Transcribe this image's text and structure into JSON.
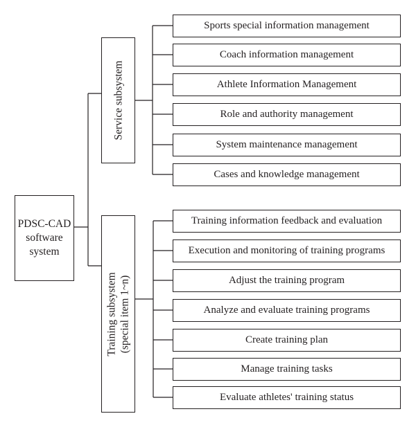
{
  "root": {
    "line1": "PDSC-CAD",
    "line2": "software",
    "line3": "system"
  },
  "subsystems": [
    {
      "label": "Service subsystem",
      "items": [
        "Sports special information management",
        "Coach information management",
        "Athlete Information Management",
        "Role and authority management",
        "System maintenance management",
        "Cases and knowledge management"
      ]
    },
    {
      "label_line1": "Training subsystem",
      "label_line2": "(special item 1~n)",
      "items": [
        "Training information feedback and evaluation",
        "Execution and monitoring of training programs",
        "Adjust the training program",
        "Analyze and evaluate training programs",
        "Create training plan",
        "Manage training tasks",
        "Evaluate athletes' training status"
      ]
    }
  ]
}
